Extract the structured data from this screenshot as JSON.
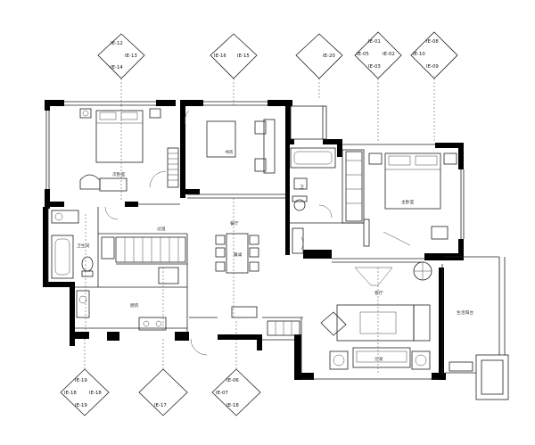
{
  "rooms": {
    "master_bedroom": "主卧室",
    "secondary_bedroom": "次卧室",
    "study": "书房",
    "bathroom_1": "卫生间",
    "bathroom_2": "卫",
    "corridor": "过道",
    "dining": "餐厅",
    "kitchen": "厨房",
    "living": "客厅",
    "balcony": "生活阳台",
    "sofa_label": "沙发",
    "dining_table": "餐桌"
  },
  "elevation_markers": {
    "top1": [
      "IE-12",
      "IE-13",
      "IE-14"
    ],
    "top2": [
      "IE-16",
      "IE-15"
    ],
    "top3": [
      "IE-20"
    ],
    "top4": [
      "IE-01",
      "IE-02",
      "IE-05",
      "IE-03"
    ],
    "top5": [
      "IE-08",
      "IE-10",
      "IE-09"
    ],
    "bot1": [
      "IE-19",
      "IE-18",
      "IE-18",
      "IE-19"
    ],
    "bot2": [
      "IE-17"
    ],
    "bot3": [
      "IE-06",
      "IE-07",
      "IE-18"
    ]
  }
}
